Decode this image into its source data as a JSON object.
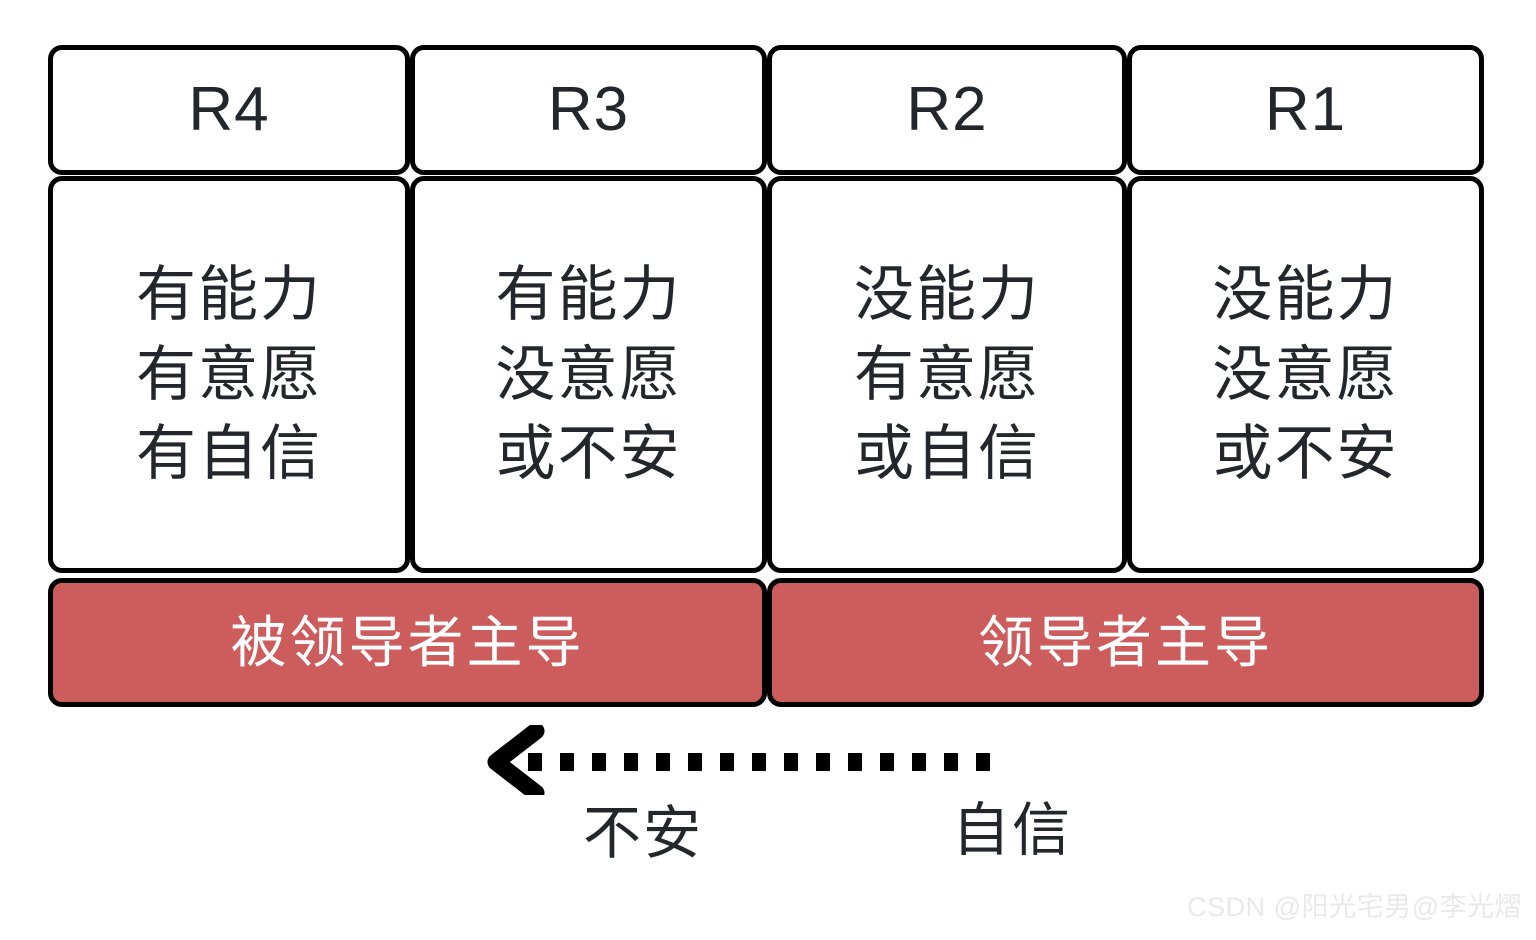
{
  "diagram": {
    "title_row": [
      {
        "label": "R4"
      },
      {
        "label": "R3"
      },
      {
        "label": "R2"
      },
      {
        "label": "R1"
      }
    ],
    "content_row": [
      {
        "line1": "有能力",
        "line2": "有意愿",
        "line3": "有自信"
      },
      {
        "line1": "有能力",
        "line2": "没意愿",
        "line3": "或不安"
      },
      {
        "line1": "没能力",
        "line2": "有意愿",
        "line3": "或自信"
      },
      {
        "line1": "没能力",
        "line2": "没意愿",
        "line3": "或不安"
      }
    ],
    "bars": [
      {
        "label": "被领导者主导",
        "color": "#cd5c5c"
      },
      {
        "label": "领导者主导",
        "color": "#cd5c5c"
      }
    ],
    "axis": {
      "arrow_direction": "left",
      "arrow_style": "dotted",
      "label_left": "不安",
      "label_right": "自信"
    },
    "colors": {
      "border": "#000000",
      "text": "#23272b",
      "bar_fill": "#cd5c5c",
      "bar_text": "#ffffff",
      "watermark": "#e9e9ea"
    }
  },
  "watermark": {
    "text": "CSDN @阳光宅男@李光熠"
  }
}
